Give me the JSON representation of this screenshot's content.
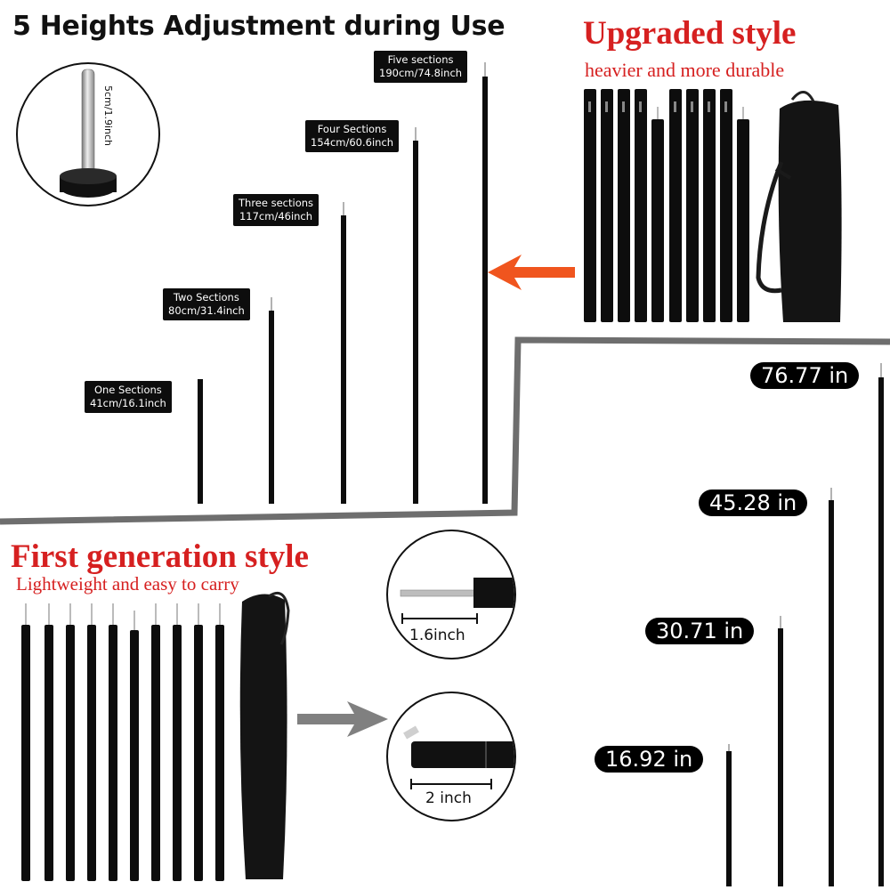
{
  "header": {
    "title": "5 Heights Adjustment during Use"
  },
  "upgraded": {
    "title": "Upgraded style",
    "subtitle": "heavier and more durable"
  },
  "first_gen": {
    "title": "First generation style",
    "subtitle": "Lightweight and easy to carry"
  },
  "detail_pin": {
    "label": "5cm/1.9inch"
  },
  "heights": [
    {
      "sections": "One Sections",
      "size": "41cm/16.1inch"
    },
    {
      "sections": "Two Sections",
      "size": "80cm/31.4inch"
    },
    {
      "sections": "Three sections",
      "size": "117cm/46inch"
    },
    {
      "sections": "Four Sections",
      "size": "154cm/60.6inch"
    },
    {
      "sections": "Five sections",
      "size": "190cm/74.8inch"
    }
  ],
  "first_gen_heights": [
    "16.92 in",
    "30.71 in",
    "45.28 in",
    "76.77 in"
  ],
  "zoom_details": {
    "pin_length": "1.6inch",
    "joint_length": "2 inch"
  },
  "colors": {
    "accent_red": "#d62020",
    "arrow_orange": "#f0551e",
    "arrow_gray": "#808080",
    "pole": "#0d0d0d",
    "divider": "#6e6e6e"
  }
}
